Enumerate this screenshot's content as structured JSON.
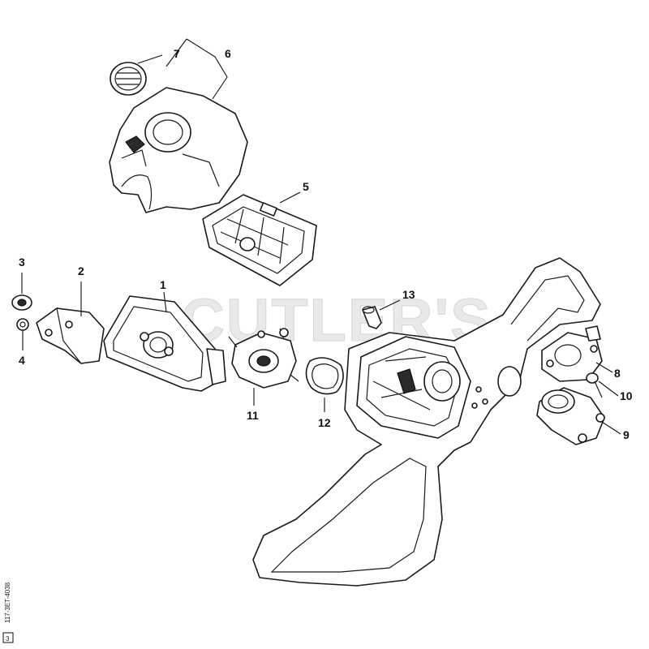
{
  "diagram": {
    "watermark": "CUTLER'S",
    "drawing_code": "117-3ET-4038",
    "corner_badge": "3",
    "callouts": [
      {
        "id": "c1",
        "label": "1"
      },
      {
        "id": "c2",
        "label": "2"
      },
      {
        "id": "c3",
        "label": "3"
      },
      {
        "id": "c4",
        "label": "4"
      },
      {
        "id": "c5",
        "label": "5"
      },
      {
        "id": "c6",
        "label": "6"
      },
      {
        "id": "c7",
        "label": "7"
      },
      {
        "id": "c8",
        "label": "8"
      },
      {
        "id": "c9",
        "label": "9"
      },
      {
        "id": "c10",
        "label": "10"
      },
      {
        "id": "c11",
        "label": "11"
      },
      {
        "id": "c12",
        "label": "12"
      },
      {
        "id": "c13",
        "label": "13"
      }
    ]
  }
}
